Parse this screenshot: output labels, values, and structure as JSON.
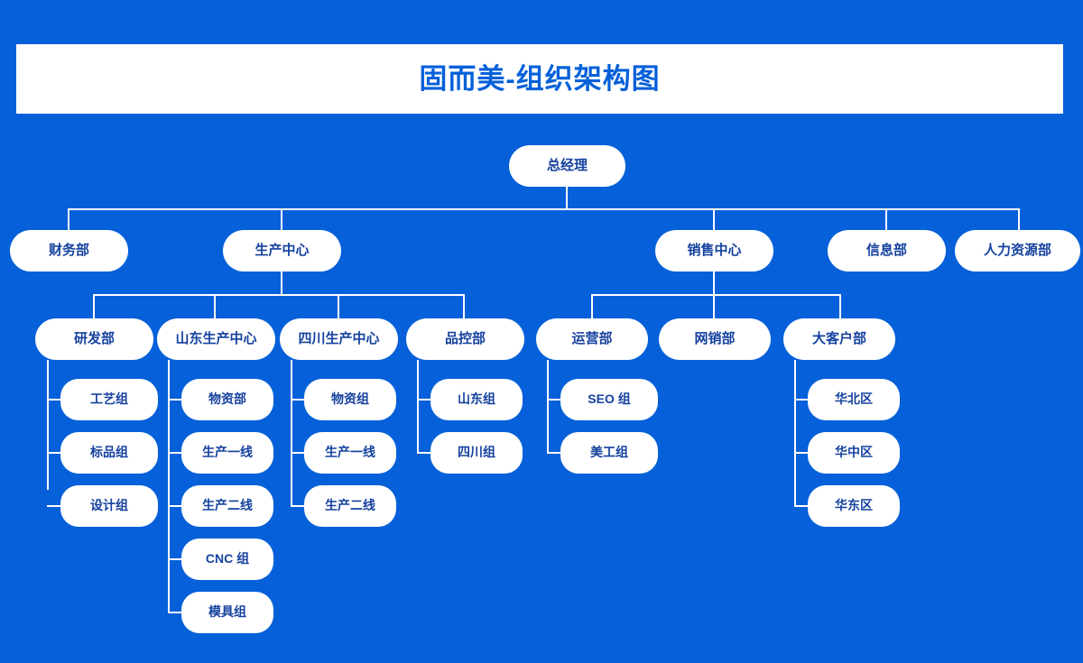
{
  "page": {
    "background_color": "#0560d9",
    "accent_color": "#0560d9",
    "node_text_color": "#15419e",
    "node_fill_color": "#ffffff"
  },
  "banner": {
    "title": "固而美-组织架构图"
  },
  "org": {
    "root": {
      "label": "总经理"
    },
    "level1": [
      {
        "label": "财务部"
      },
      {
        "label": "生产中心"
      },
      {
        "label": "销售中心"
      },
      {
        "label": "信息部"
      },
      {
        "label": "人力资源部"
      }
    ],
    "production_children": [
      {
        "label": "研发部"
      },
      {
        "label": "山东生产中心"
      },
      {
        "label": "四川生产中心"
      },
      {
        "label": "品控部"
      }
    ],
    "sales_children": [
      {
        "label": "运营部"
      },
      {
        "label": "网销部"
      },
      {
        "label": "大客户部"
      }
    ],
    "rd_teams": [
      {
        "label": "工艺组"
      },
      {
        "label": "标品组"
      },
      {
        "label": "设计组"
      }
    ],
    "shandong_teams": [
      {
        "label": "物资部"
      },
      {
        "label": "生产一线"
      },
      {
        "label": "生产二线"
      },
      {
        "label": "CNC 组"
      },
      {
        "label": "模具组"
      }
    ],
    "sichuan_teams": [
      {
        "label": "物资组"
      },
      {
        "label": "生产一线"
      },
      {
        "label": "生产二线"
      }
    ],
    "qc_teams": [
      {
        "label": "山东组"
      },
      {
        "label": "四川组"
      }
    ],
    "ops_teams": [
      {
        "label": "SEO 组"
      },
      {
        "label": "美工组"
      }
    ],
    "key_account_teams": [
      {
        "label": "华北区"
      },
      {
        "label": "华中区"
      },
      {
        "label": "华东区"
      }
    ]
  }
}
